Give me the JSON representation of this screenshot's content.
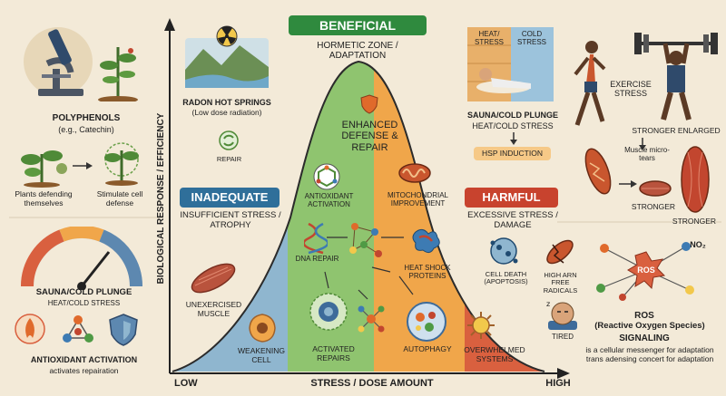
{
  "left_panel": {
    "polyphenols_title": "POLYPHENOLS",
    "polyphenols_sub": "(e.g., Catechin)",
    "plants_defending": "Plants defending themselves",
    "stimulate_defense": "Stimulate cell defense",
    "sauna_title": "SAUNA/COLD PLUNGE",
    "sauna_sub": "HEAT/COLD STRESS",
    "antioxidant_title": "ANTIOXIDANT ACTIVATION",
    "antioxidant_sub": "activates repairation"
  },
  "axes": {
    "y_label": "BIOLOGICAL RESPONSE / EFFICIENCY",
    "x_label": "STRESS / DOSE AMOUNT",
    "x_low": "LOW",
    "x_high": "HIGH"
  },
  "zones": {
    "inadequate": {
      "badge": "INADEQUATE",
      "subtitle": "INSUFFICIENT STRESS / ATROPHY",
      "unexercised": "UNEXERCISED MUSCLE",
      "weakening": "WEAKENING CELL"
    },
    "beneficial": {
      "badge": "BENEFICIAL",
      "subtitle": "HORMETIC ZONE / ADAPTATION",
      "enhanced": "ENHANCED DEFENSE & REPAIR",
      "antioxidant": "ANTIOXIDANT ACTIVATION",
      "mitochondrial": "MITOCHONDRIAL IMPROVEMENT",
      "dna_repair": "DNA REPAIR",
      "heat_shock": "HEAT SHOCK PROTEINS",
      "activated_repairs": "ACTIVATED REPAIRS",
      "autophagy": "AUTOPHAGY"
    },
    "harmful": {
      "badge": "HARMFUL",
      "subtitle": "EXCESSIVE STRESS / DAMAGE",
      "cell_death": "CELL DEATH (APOPTOSIS)",
      "free_radicals": "HIGH ARN FREE RADICALS",
      "tired": "TIRED",
      "overwhelmed": "OVERWHELMED SYSTEMS"
    }
  },
  "radon": {
    "title": "RADON HOT SPRINGS",
    "sub": "(Low dose radiation)",
    "repair": "REPAIR"
  },
  "sauna_top": {
    "heat_label": "HEAT/ STRESS",
    "cold_label": "COLD STRESS",
    "title": "SAUNA/COLD PLUNGE",
    "sub": "HEAT/COLD STRESS",
    "hsp": "HSP INDUCTION"
  },
  "right_panel": {
    "exercise": "EXERCISE STRESS",
    "stronger_enlarged": "STRONGER ENLARGED",
    "micro_tears": "Muscle micro-tears",
    "stronger_1": "STRONGER",
    "stronger_2": "STRONGER",
    "no2": "NO₂",
    "ros_bubble": "ROS",
    "ros_title": "ROS",
    "ros_sub": "(Reactive Oxygen Species)",
    "signaling": "SIGNALING",
    "ros_desc": "is a cellular messenger for adaptation trans adensing concert for adaptation"
  },
  "colors": {
    "inadequate": "#2f6f9a",
    "beneficial": "#2f8a3e",
    "harmful": "#c8432e",
    "blue_zone": "#8fb6cf",
    "green_zone": "#8fc46f",
    "orange_zone": "#f0a64a",
    "red_zone": "#d9603f",
    "background": "#f3ead8"
  }
}
